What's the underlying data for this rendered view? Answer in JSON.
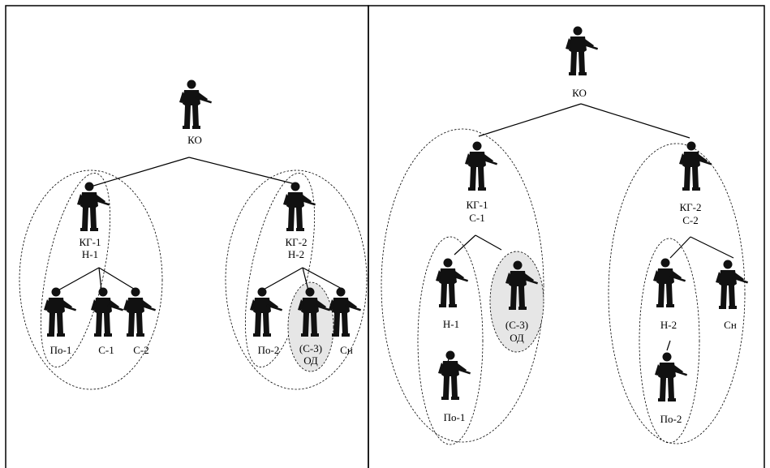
{
  "left": {
    "labels": {
      "ko": "КО",
      "kg1_line1": "КГ-1",
      "kg1_line2": "Н-1",
      "kg2_line1": "КГ-2",
      "kg2_line2": "Н-2",
      "po1": "По-1",
      "s1": "С-1",
      "s2": "С-2",
      "po2": "По-2",
      "s3_line1": "(С-3)",
      "s3_line2": "ОД",
      "sn": "Сн"
    }
  },
  "right": {
    "labels": {
      "ko": "КО",
      "kg1_line1": "КГ-1",
      "kg1_line2": "С-1",
      "kg2_line1": "КГ-2",
      "kg2_line2": "С-2",
      "n1": "Н-1",
      "s3_line1": "(С-3)",
      "s3_line2": "ОД",
      "po1": "По-1",
      "n2": "Н-2",
      "sn": "Сн",
      "po2": "По-2"
    }
  },
  "icons": {
    "soldier": "soldier-icon"
  }
}
